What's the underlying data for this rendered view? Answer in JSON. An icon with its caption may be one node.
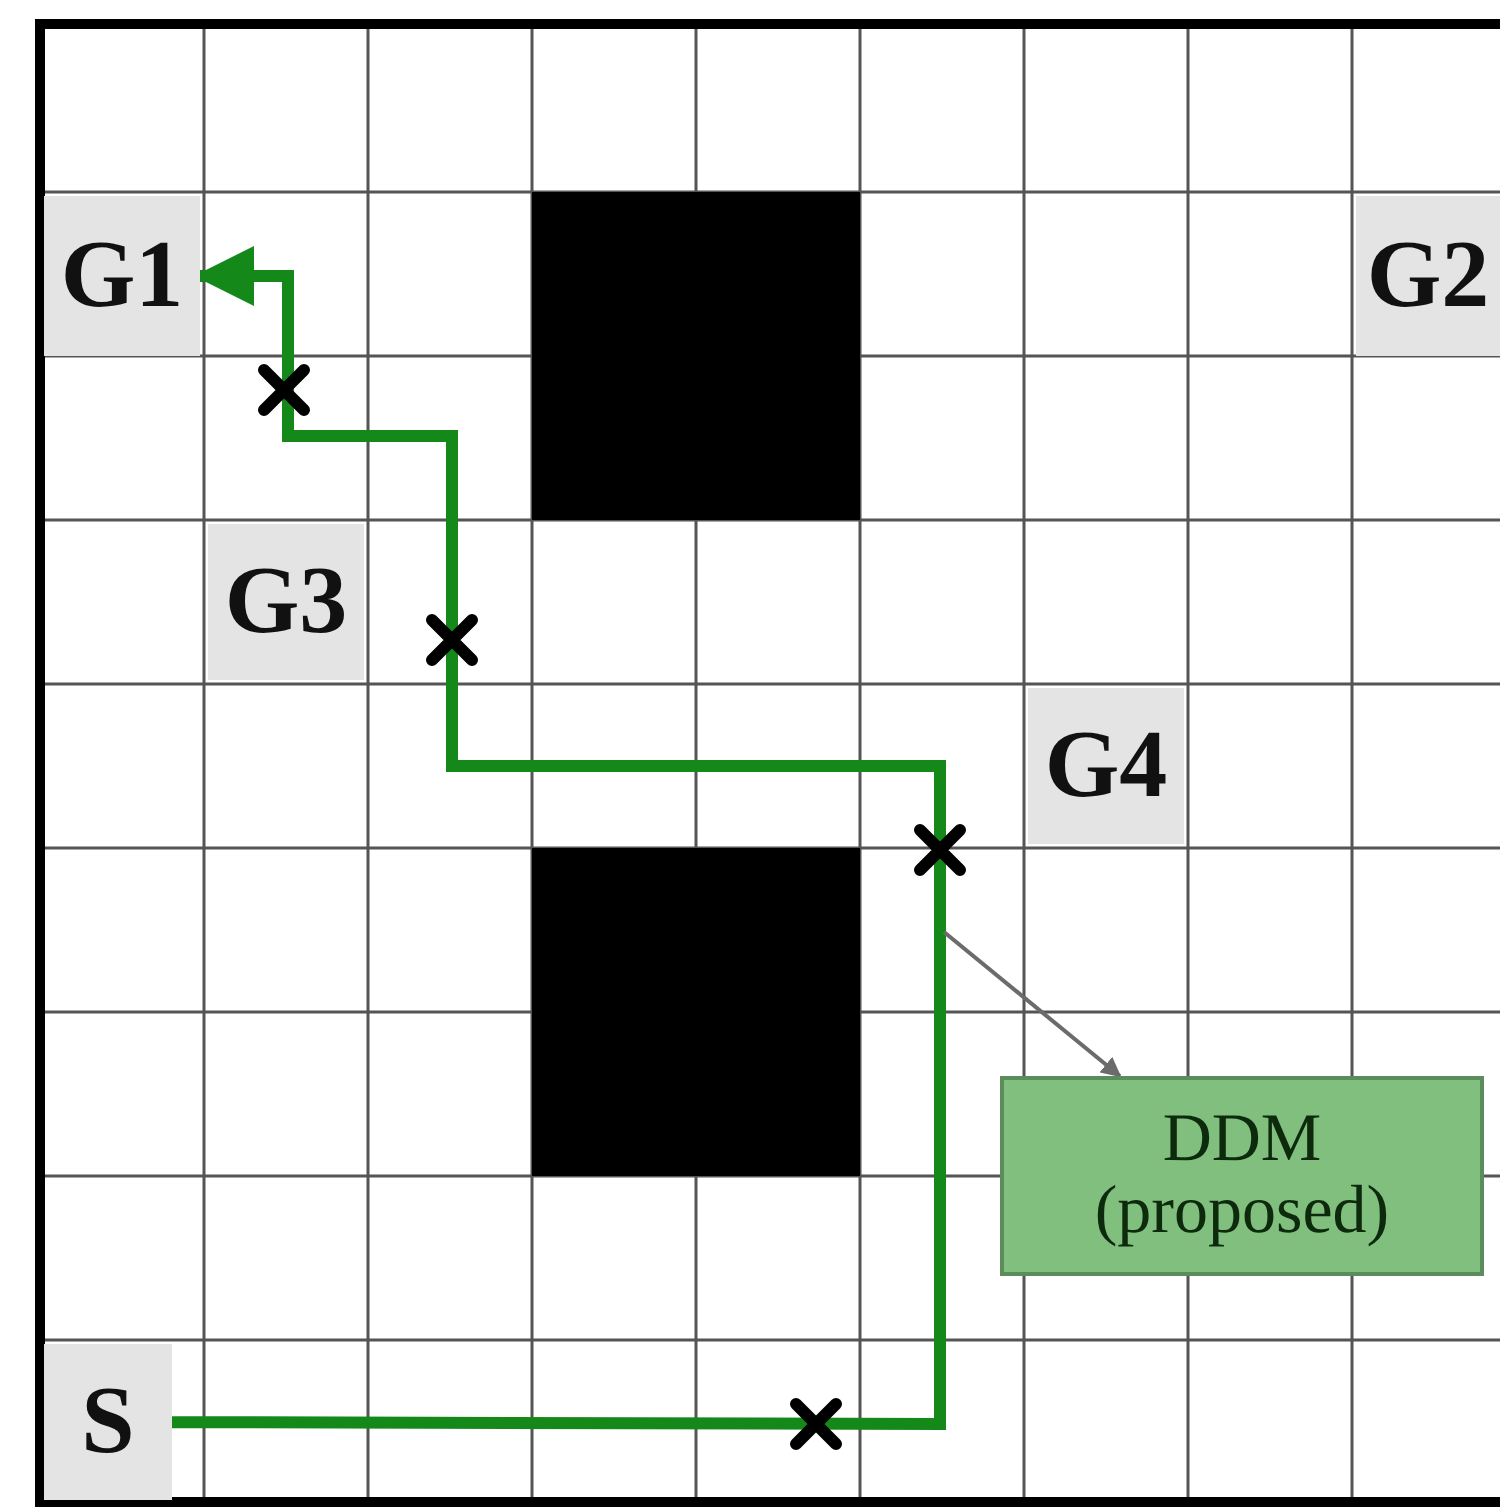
{
  "diagram": {
    "nodes": [
      {
        "text": [
          "S"
        ]
      },
      {
        "text": [
          "G1"
        ]
      },
      {
        "text": [
          "G2"
        ]
      },
      {
        "text": [
          "G3"
        ]
      },
      {
        "text": [
          "G4"
        ]
      },
      {
        "text": [
          "DDM (proposed)"
        ]
      }
    ],
    "edges": [
      {
        "from": 0,
        "to": 1,
        "arrow": "to",
        "style": "thick",
        "color": "#14891a"
      },
      {
        "from": null,
        "to": 5,
        "arrow": "to",
        "color": "#6b6b6b"
      }
    ]
  }
}
